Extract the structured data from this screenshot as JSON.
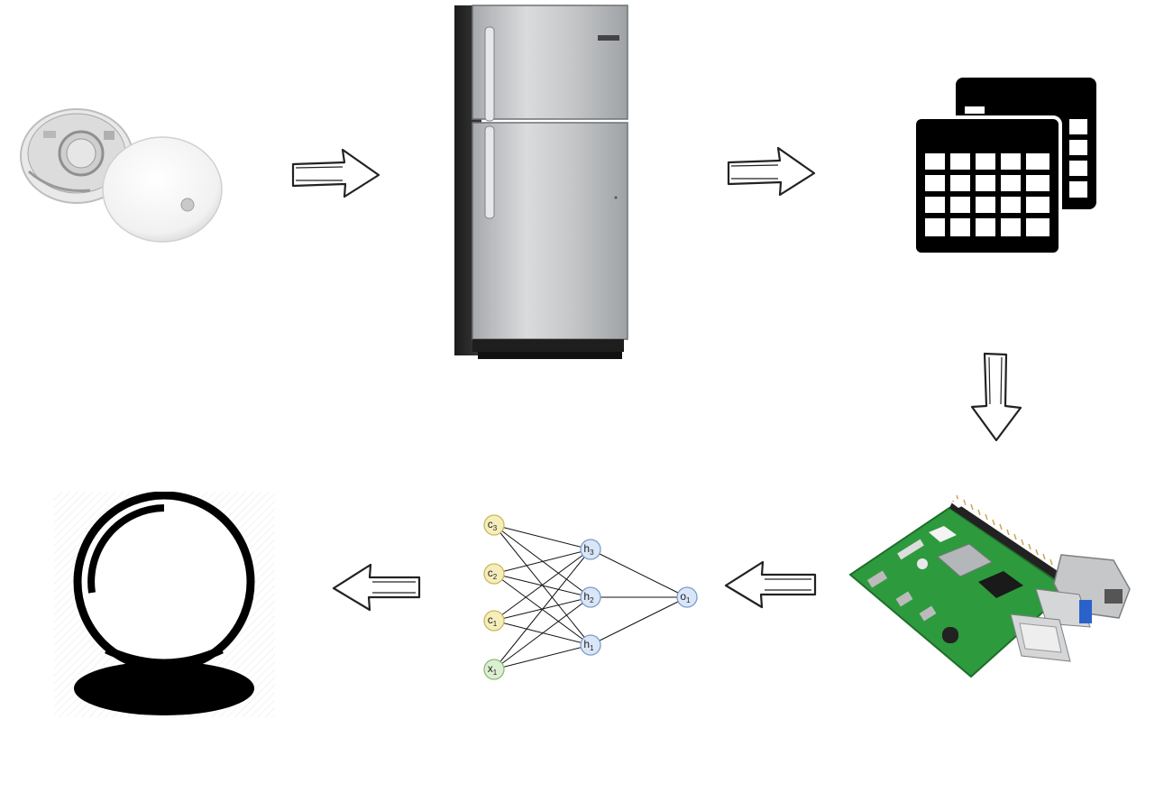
{
  "diagram": {
    "nodes": [
      {
        "id": "sensor",
        "icon": "temperature-sensor-icon"
      },
      {
        "id": "fridge",
        "icon": "refrigerator-icon"
      },
      {
        "id": "tables",
        "icon": "spreadsheet-tables-icon"
      },
      {
        "id": "raspberry-pi",
        "icon": "raspberry-pi-board-icon"
      },
      {
        "id": "neural-net",
        "icon": "neural-network-icon"
      },
      {
        "id": "crystal-ball",
        "icon": "crystal-ball-icon"
      }
    ],
    "edges": [
      {
        "from": "sensor",
        "to": "fridge"
      },
      {
        "from": "fridge",
        "to": "tables"
      },
      {
        "from": "tables",
        "to": "raspberry-pi"
      },
      {
        "from": "raspberry-pi",
        "to": "neural-net"
      },
      {
        "from": "neural-net",
        "to": "crystal-ball"
      }
    ],
    "neural_net": {
      "inputs": [
        {
          "base": "c",
          "sub": "3"
        },
        {
          "base": "c",
          "sub": "2"
        },
        {
          "base": "c",
          "sub": "1"
        },
        {
          "base": "x",
          "sub": "1"
        }
      ],
      "hidden": [
        {
          "base": "h",
          "sub": "3"
        },
        {
          "base": "h",
          "sub": "2"
        },
        {
          "base": "h",
          "sub": "1"
        }
      ],
      "outputs": [
        {
          "base": "o",
          "sub": "1"
        }
      ],
      "colors": {
        "input_fill": "#f5eebc",
        "input_stroke": "#c9b85c",
        "state_fill": "#dcefd2",
        "state_stroke": "#8fb97a",
        "hidden_fill": "#d9e6f7",
        "hidden_stroke": "#7c9cc9",
        "output_fill": "#d9e6f7",
        "output_stroke": "#7c9cc9"
      }
    }
  }
}
